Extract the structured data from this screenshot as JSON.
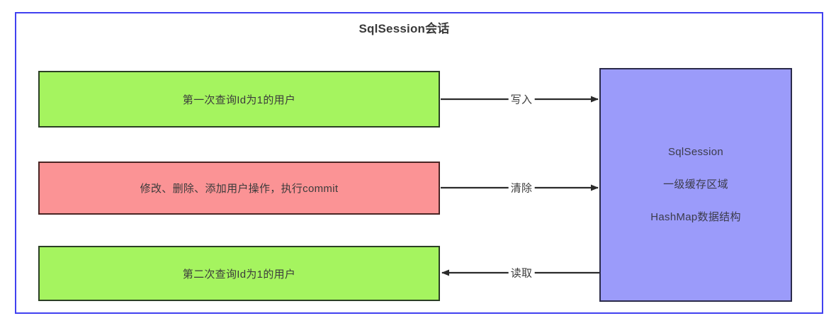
{
  "diagram": {
    "title": "SqlSession会话",
    "border_color": "#4141f0",
    "background": "#ffffff",
    "boxes": [
      {
        "id": "first-query",
        "label": "第一次查询Id为1的用户",
        "fill": "#a5f45f",
        "stroke": "#2b3f24"
      },
      {
        "id": "modify",
        "label": "修改、删除、添加用户操作，执行commit",
        "fill": "#fb9395",
        "stroke": "#4a2524"
      },
      {
        "id": "second-query",
        "label": "第二次查询Id为1的用户",
        "fill": "#a5f45f",
        "stroke": "#2b3f24"
      }
    ],
    "cache": {
      "fill": "#9b9bfa",
      "stroke": "#2b2b4a",
      "lines": [
        "SqlSession",
        "一级缓存区域",
        "HashMap数据结构"
      ]
    },
    "arrows": [
      {
        "id": "write",
        "label": "写入",
        "direction": "right",
        "from": "first-query",
        "to": "cache"
      },
      {
        "id": "clear",
        "label": "清除",
        "direction": "right",
        "from": "modify",
        "to": "cache"
      },
      {
        "id": "read",
        "label": "读取",
        "direction": "left",
        "from": "cache",
        "to": "second-query"
      }
    ]
  }
}
